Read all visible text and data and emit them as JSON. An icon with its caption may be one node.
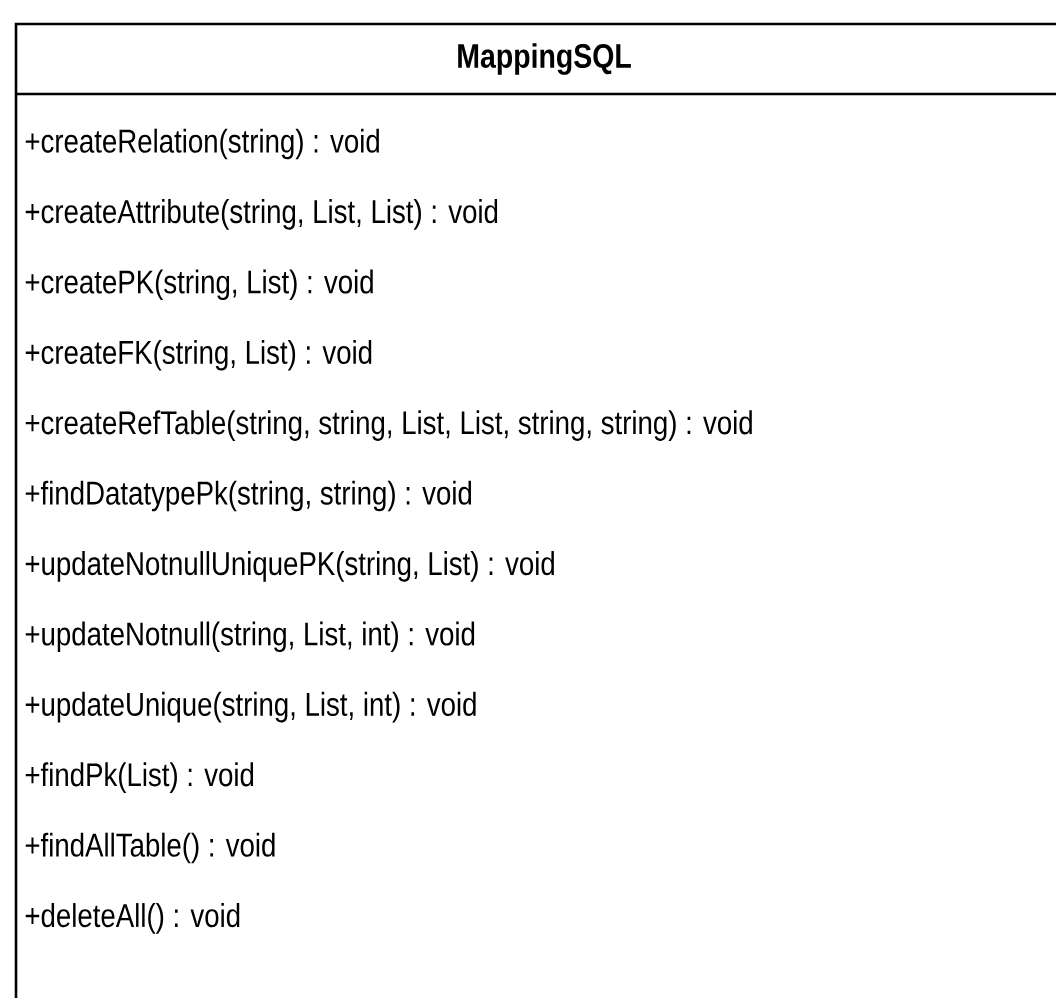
{
  "diagram": {
    "nodes": [
      {
        "text": [
          "MappingSQL",
          "+createRelation(string) : void",
          "+createAttribute(string, List, List) : void",
          "+createPK(string, List) : void",
          "+createFK(string, List) : void",
          "+createRefTable(string, string, List, List, string, string) : void",
          "+findDatatypePk(string, string) : void",
          "+updateNotnullUniquePK(string, List) : void",
          "+updateNotnull(string, List, int) : void",
          "+updateUnique(string, List, int) : void",
          "+findPk(List) : void",
          "+findAllTable() : void",
          "+deleteAll() : void"
        ]
      }
    ]
  }
}
